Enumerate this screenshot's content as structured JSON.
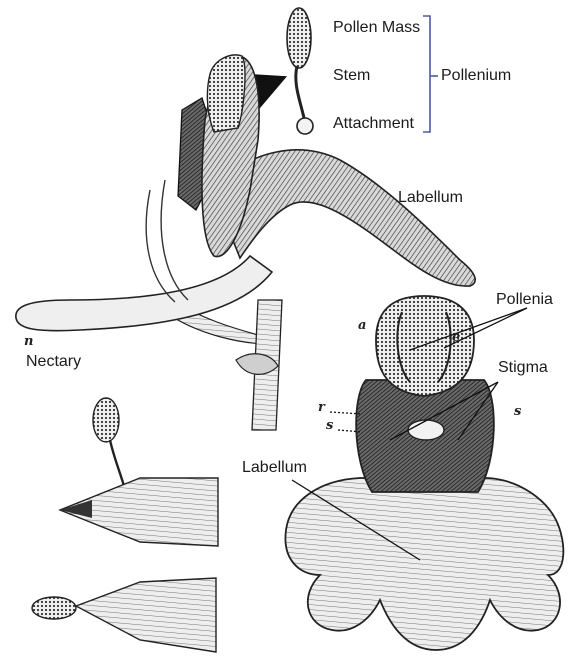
{
  "labels": {
    "pollen_mass": "Pollen Mass",
    "stem": "Stem",
    "attachment": "Attachment",
    "pollenium": "Pollenium",
    "labellum_top": "Labellum",
    "nectary": "Nectary",
    "pollenia": "Pollenia",
    "stigma": "Stigma",
    "labellum_bottom": "Labellum"
  },
  "letters": {
    "n": "n",
    "a": "a",
    "e": "e",
    "r": "r",
    "s_left": "s",
    "s_right": "s"
  },
  "colors": {
    "ink": "#1b1b1b",
    "bracket": "#4a5aa6",
    "paper": "#ffffff"
  }
}
